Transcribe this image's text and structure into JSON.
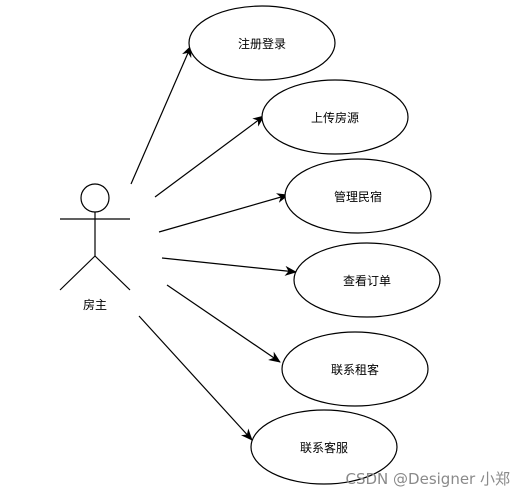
{
  "actor": {
    "label": "房主"
  },
  "use_cases": [
    {
      "label": "注册登录"
    },
    {
      "label": "上传房源"
    },
    {
      "label": "管理民宿"
    },
    {
      "label": "查看订单"
    },
    {
      "label": "联系租客"
    },
    {
      "label": "联系客服"
    }
  ],
  "watermark": "CSDN @Designer 小郑"
}
